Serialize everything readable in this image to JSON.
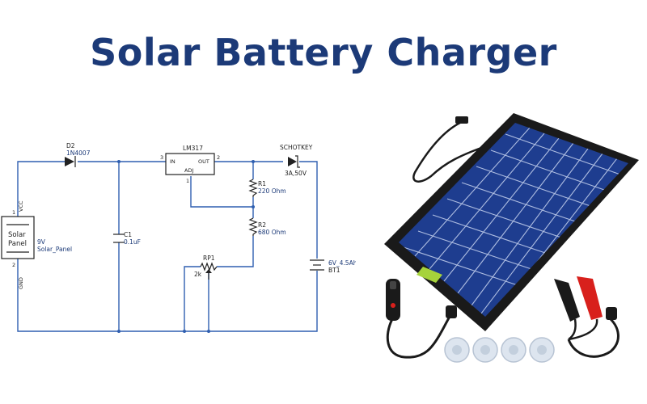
{
  "title": "Solar Battery Charger",
  "schematic": {
    "d2": {
      "ref": "D2",
      "value": "1N4007"
    },
    "u1": {
      "ref": "LM317",
      "in": "IN",
      "out": "OUT",
      "adj": "ADJ",
      "pin_in": "3",
      "pin_out": "2",
      "pin_adj": "1"
    },
    "d_schottky": {
      "ref": "SCHOTKEY",
      "value": "3A,50V"
    },
    "r1": {
      "ref": "R1",
      "value": "220 Ohm"
    },
    "r2": {
      "ref": "R2",
      "value": "680 Ohm"
    },
    "rp1": {
      "ref": "RP1",
      "value": "2k"
    },
    "c1": {
      "ref": "C1",
      "value": "0.1uF"
    },
    "bt1": {
      "ref": "BT1",
      "value": "6V_4.5Ah"
    },
    "panel": {
      "line1": "Solar",
      "line2": "Panel",
      "voltage": "9V",
      "name": "Solar_Panel",
      "vcc": "VCC",
      "gnd": "GND",
      "pin1": "1",
      "pin2": "2"
    }
  },
  "product": {
    "panel_color": "#1e3d8f",
    "frame_color": "#1a1a1a",
    "clip_red": "#d8201c",
    "clip_black": "#1a1a1a"
  }
}
